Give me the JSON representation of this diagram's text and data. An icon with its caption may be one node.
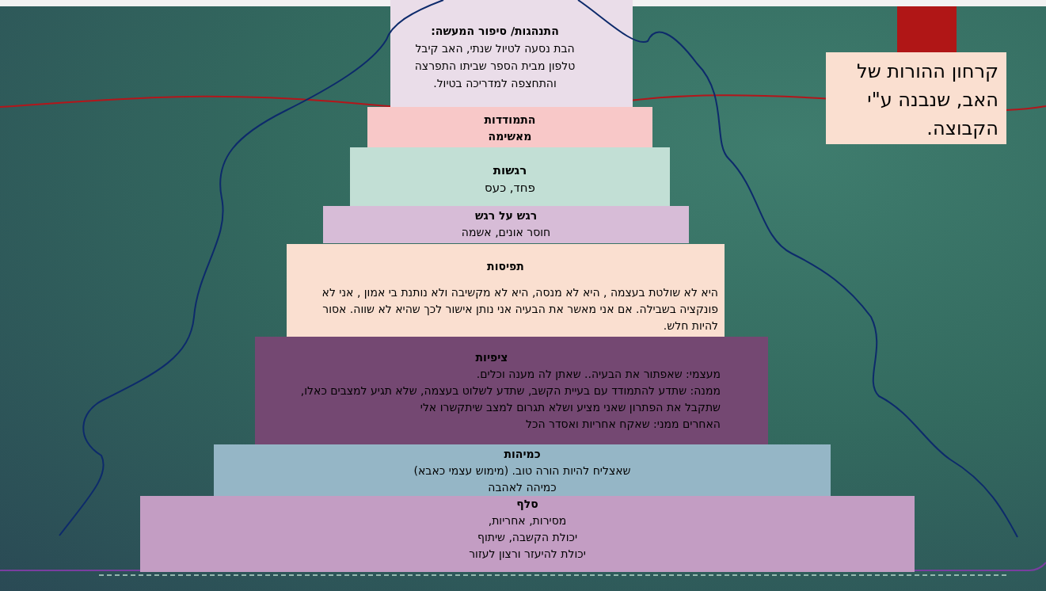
{
  "diagram": {
    "nodes": [
      {
        "text": [
          "התנהגות/ סיפור המעשה:",
          "הבת נסעה לטיול שנתי, האב קיבל טלפון מבית הספר שביתו התפרצה והתחצפה למדריכה בטיול."
        ]
      },
      {
        "text": [
          "התמודדות",
          "מאשימה"
        ]
      },
      {
        "text": [
          "רגשות",
          "פחד, כעס"
        ]
      },
      {
        "text": [
          "רגש על רגש",
          "חוסר אונים, אשמה"
        ]
      },
      {
        "text": [
          "תפיסות",
          "היא לא שולטת בעצמה , היא לא מנסה, היא לא מקשיבה ולא נותנת בי אמון , אני לא פונקציה בשבילה. אם אני מאשר את הבעיה אני נותן אישור לכך שהיא לא שווה. אסור להיות חלש."
        ]
      },
      {
        "text": [
          "ציפיות",
          "מעצמי: שאפתור את הבעיה.. שאתן לה מענה וכלים.",
          "ממנה: שתדע להתמודד עם בעיית הקשב, שתדע לשלוט בעצמה, שלא תגיע למצבים כאלו, שתקבל את הפתרון שאני מציע ושלא תגרום  למצב  שיתקשרו אלי",
          "האחרים ממני: שאקח אחריות ואסדר הכל"
        ]
      },
      {
        "text": [
          "כמיהות",
          "שאצליח להיות הורה טוב. (מימוש עצמי כאבא)",
          "כמיהה לאהבה"
        ]
      },
      {
        "text": [
          "סלף",
          "מסירות, אחריות,",
          "יכולת הקשבה, שיתוף",
          "יכולת להיעזר ורצון לעזור"
        ]
      },
      {
        "text": [
          "קרחון ההורות של האב, שנבנה ע\"י הקבוצה."
        ]
      },
      {
        "text": [],
        "shape": "box"
      }
    ]
  }
}
